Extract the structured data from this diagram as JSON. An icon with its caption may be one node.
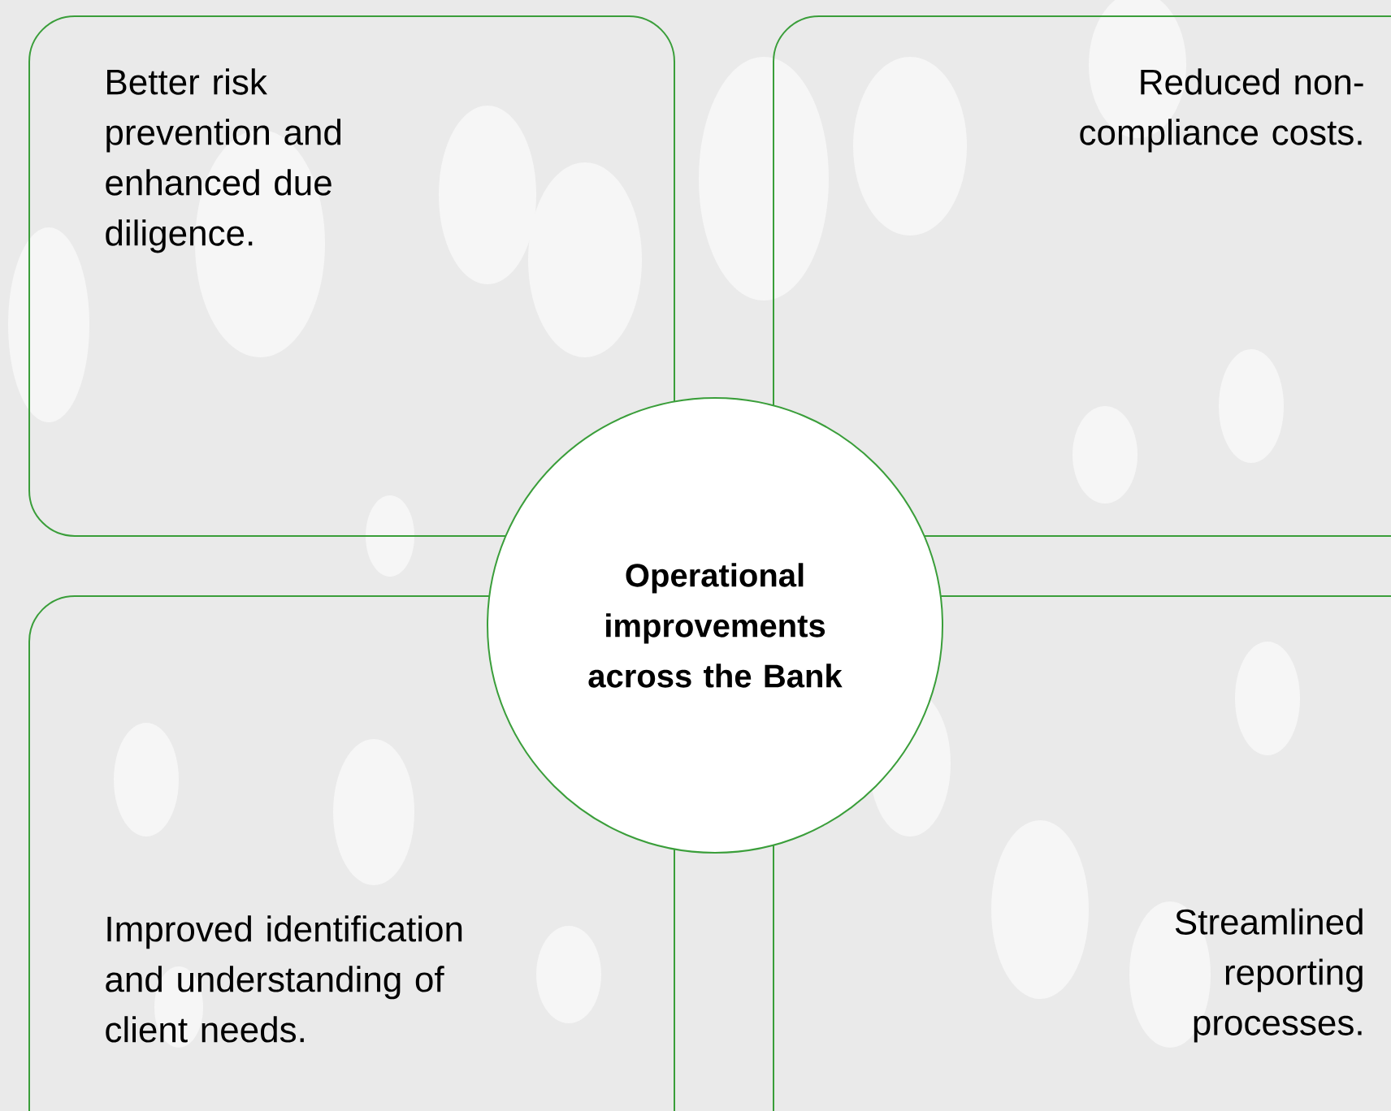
{
  "diagram": {
    "nodes": [
      {
        "text": [
          "Better risk prevention and enhanced due diligence."
        ]
      },
      {
        "text": [
          "Reduced non-compliance costs."
        ]
      },
      {
        "text": [
          "Operational improvements across the Bank"
        ]
      },
      {
        "text": [
          "Improved identification and understanding of client needs."
        ]
      },
      {
        "text": [
          "Streamlined reporting processes."
        ]
      }
    ]
  }
}
